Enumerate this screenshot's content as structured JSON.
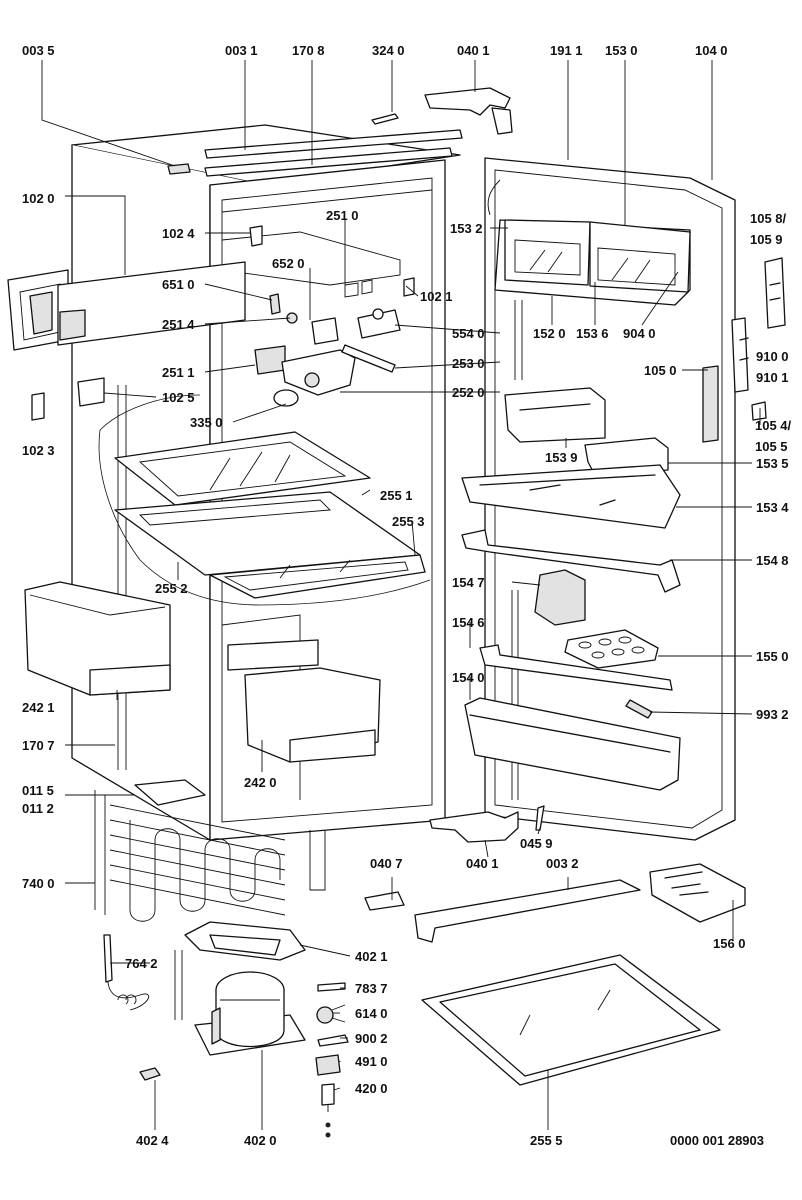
{
  "footer_code": "0000 001 28903",
  "labels": {
    "p0035": "003 5",
    "p0031": "003 1",
    "p1708": "170 8",
    "p3240": "324 0",
    "p0401a": "040 1",
    "p1911": "191 1",
    "p1530": "153 0",
    "p1040": "104 0",
    "p1020": "102 0",
    "p1024": "102 4",
    "p2510": "251 0",
    "p1532": "153 2",
    "p1058": "105 8/",
    "p1059": "105 9",
    "p6520": "652 0",
    "p6510": "651 0",
    "p1021": "102 1",
    "p2514": "251 4",
    "p5540": "554 0",
    "p1520": "152 0",
    "p1536": "153 6",
    "p9040": "904 0",
    "p9100": "910 0",
    "p9101": "910 1",
    "p2530": "253 0",
    "p1050": "105 0",
    "p2511": "251 1",
    "p2520": "252 0",
    "p1025": "102 5",
    "p3350": "335 0",
    "p1054": "105 4/",
    "p1055": "105 5",
    "p1023": "102 3",
    "p1539": "153 9",
    "p1535": "153 5",
    "p2551": "255 1",
    "p1534": "153 4",
    "p2553": "255 3",
    "p1548": "154 8",
    "p2552": "255 2",
    "p1547": "154 7",
    "p1546": "154 6",
    "p1550": "155 0",
    "p1540": "154 0",
    "p2421": "242 1",
    "p9932": "993 2",
    "p1707": "170 7",
    "p2420": "242 0",
    "p0115": "011 5",
    "p0112": "011 2",
    "p0459": "045 9",
    "p0407": "040 7",
    "p0401b": "040 1",
    "p0032": "003 2",
    "p7400": "740 0",
    "p1560": "156 0",
    "p4021": "402 1",
    "p7642": "764 2",
    "p7837": "783 7",
    "p6140": "614 0",
    "p9002": "900 2",
    "p4910": "491 0",
    "p4200": "420 0",
    "p4024": "402 4",
    "p4020": "402 0",
    "p2555": "255 5"
  }
}
